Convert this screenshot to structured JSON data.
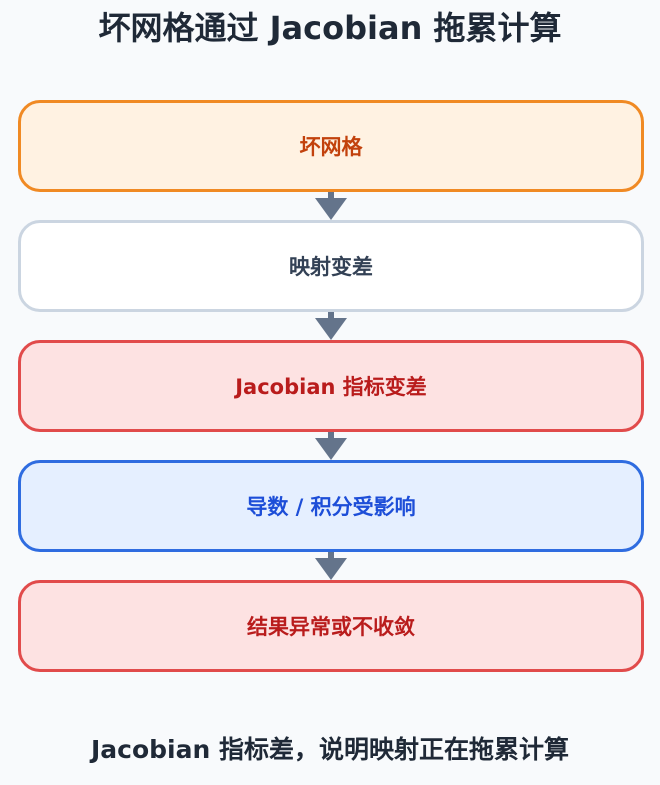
{
  "title": "坏网格通过 Jacobian 拖累计算",
  "steps": [
    {
      "label": "坏网格",
      "color": "#f08a24"
    },
    {
      "label": "映射变差",
      "color": "#cbd5e1"
    },
    {
      "label": "Jacobian 指标变差",
      "color": "#e14b4b"
    },
    {
      "label": "导数 / 积分受影响",
      "color": "#2f6ce0"
    },
    {
      "label": "结果异常或不收敛",
      "color": "#e14b4b"
    }
  ],
  "arrow_color": "#64748b",
  "caption": "Jacobian 指标差，说明映射正在拖累计算"
}
